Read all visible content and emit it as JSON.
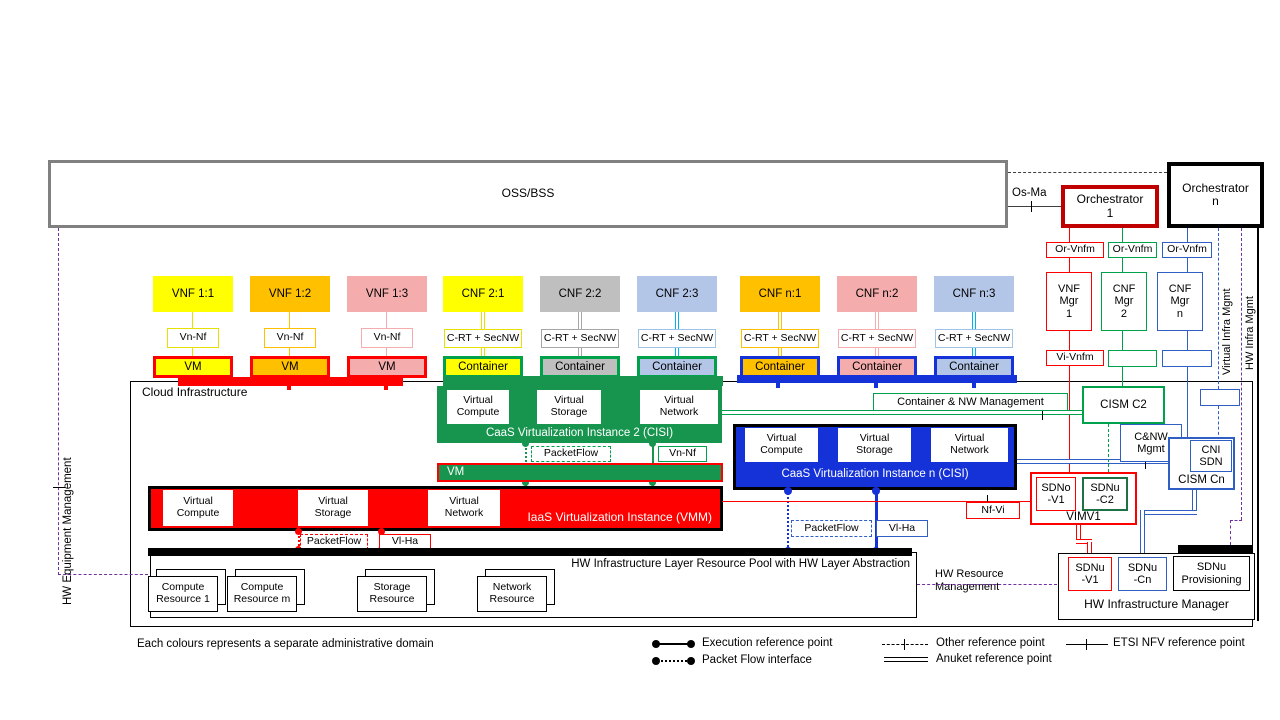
{
  "colors": {
    "red": "#FF0000",
    "dark_red": "#C00000",
    "green_border": "#00A14B",
    "green_fill": "#17954F",
    "blue_border": "#2F5FC4",
    "blue_fill": "#1532D9",
    "yellow": "#FFFF00",
    "orange": "#FFC000",
    "pink": "#F4ACAC",
    "gray": "#BFBFBF",
    "light_blue": "#B4C6E7",
    "cyan": "#00B0F0",
    "purple": "#7030A0",
    "dark_green": "#1E7145",
    "oss_border": "#808080"
  },
  "top": {
    "oss": "OSS/BSS",
    "os_ma": "Os-Ma",
    "orch1": "Orchestrator\n1",
    "orchn": "Orchestrator\nn"
  },
  "managers": {
    "or_vnfm_1": "Or-Vnfm",
    "or_vnfm_2": "Or-Vnfm",
    "or_vnfm_n": "Or-Vnfm",
    "vnf_mgr_1": "VNF\nMgr\n1",
    "cnf_mgr_2": "CNF\nMgr\n2",
    "cnf_mgr_n": "CNF\nMgr\nn",
    "vi_vnfm": "Vi-Vnfm"
  },
  "side": {
    "hw_equipment": "HW Equipment Management",
    "virtual_infra": "Virtual Infra Mgmt",
    "hw_infra": "HW Infra Mgmt",
    "hw_resource": "HW Resource\nManagement"
  },
  "columns": [
    {
      "vnf": "VNF 1:1",
      "ref": "Vn-Nf",
      "unit": "VM"
    },
    {
      "vnf": "VNF 1:2",
      "ref": "Vn-Nf",
      "unit": "VM"
    },
    {
      "vnf": "VNF 1:3",
      "ref": "Vn-Nf",
      "unit": "VM"
    },
    {
      "vnf": "CNF 2:1",
      "ref": "C-RT + SecNW",
      "unit": "Container"
    },
    {
      "vnf": "CNF 2:2",
      "ref": "C-RT + SecNW",
      "unit": "Container"
    },
    {
      "vnf": "CNF 2:3",
      "ref": "C-RT + SecNW",
      "unit": "Container"
    },
    {
      "vnf": "CNF n:1",
      "ref": "C-RT + SecNW",
      "unit": "Container"
    },
    {
      "vnf": "CNF n:2",
      "ref": "C-RT + SecNW",
      "unit": "Container"
    },
    {
      "vnf": "CNF n:3",
      "ref": "C-RT + SecNW",
      "unit": "Container"
    }
  ],
  "cloud": {
    "label": "Cloud Infrastructure"
  },
  "cisi2": {
    "vc": "Virtual\nCompute",
    "vs": "Virtual\nStorage",
    "vn": "Virtual\nNetwork",
    "label": "CaaS Virtualization Instance 2 (CISI)",
    "packetflow": "PacketFlow",
    "vn_nf": "Vn-Nf"
  },
  "vm_bar": "VM",
  "iaas": {
    "vc": "Virtual\nCompute",
    "vs": "Virtual\nStorage",
    "vn": "Virtual\nNetwork",
    "label": "IaaS Virtualization Instance (VMM)",
    "packetflow": "PacketFlow",
    "vl_ha": "Vl-Ha"
  },
  "cisin": {
    "vc": "Virtual\nCompute",
    "vs": "Virtual\nStorage",
    "vn": "Virtual\nNetwork",
    "label": "CaaS Virtualization Instance n (CISI)",
    "packetflow": "PacketFlow",
    "vl_ha": "Vl-Ha"
  },
  "pool": {
    "bar_label": "HW Infrastructure Layer Resource Pool with HW Layer Abstraction",
    "resources": [
      {
        "label": "Compute\nResource 1"
      },
      {
        "label": "Compute\nResource m"
      },
      {
        "label": "Storage\nResource"
      },
      {
        "label": "Network\nResource"
      }
    ]
  },
  "right": {
    "cnw_management": "Container & NW  Management",
    "cism_c2": "CISM C2",
    "cnw_mgmt": "C&NW\nMgmt",
    "cni_sdn": "CNI\nSDN",
    "cism_cn": "CISM Cn",
    "sdno_v1": "SDNo\n-V1",
    "sdnu_c2": "SDNu\n-C2",
    "vim": "VIMV1",
    "nf_vi": "Nf-Vi",
    "sdnu_v1": "SDNu\n-V1",
    "sdnu_cn": "SDNu\n-Cn",
    "sdnu_prov": "SDNu\nProvisioning",
    "hw_mgr": "HW Infrastructure Manager"
  },
  "legend": {
    "note": "Each colours represents a separate administrative domain",
    "execution": "Execution reference point",
    "packet_flow": "Packet Flow interface",
    "other": "Other reference point",
    "anuket": "Anuket reference point",
    "etsi": "ETSI NFV reference point"
  }
}
